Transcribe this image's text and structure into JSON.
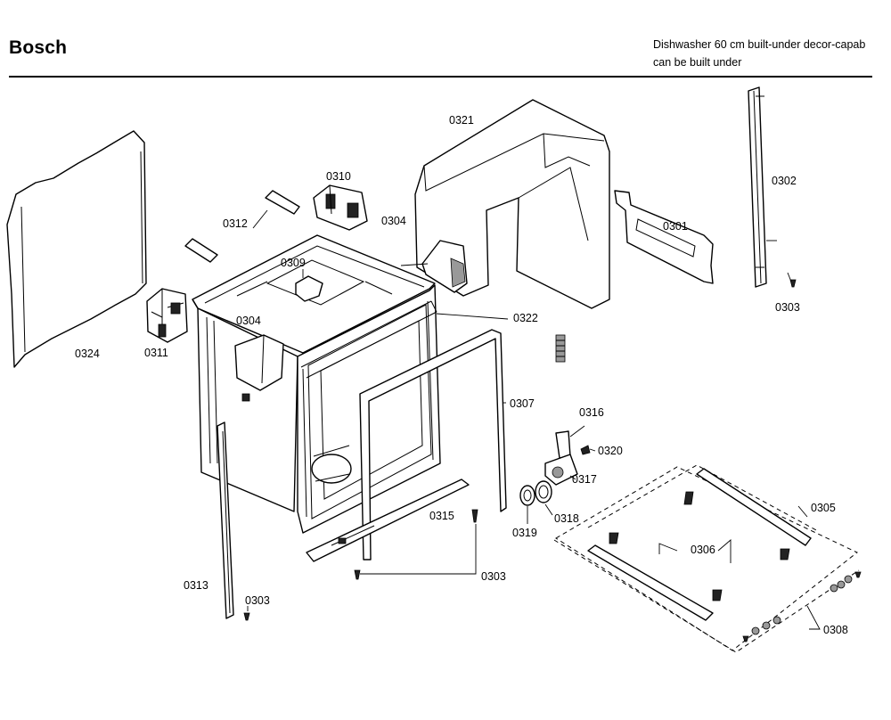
{
  "header": {
    "brand": "Bosch",
    "model_line1": "Dishwasher 60 cm built-under decor-capab",
    "model_line2": "can be built under"
  },
  "labels": {
    "p0301": "0301",
    "p0302": "0302",
    "p0303_a": "0303",
    "p0303_b": "0303",
    "p0303_c": "0303",
    "p0304_a": "0304",
    "p0304_b": "0304",
    "p0305": "0305",
    "p0306": "0306",
    "p0307": "0307",
    "p0308": "0308",
    "p0309": "0309",
    "p0310": "0310",
    "p0311": "0311",
    "p0312": "0312",
    "p0313": "0313",
    "p0315": "0315",
    "p0316": "0316",
    "p0317": "0317",
    "p0318": "0318",
    "p0319": "0319",
    "p0320": "0320",
    "p0321": "0321",
    "p0322": "0322",
    "p0324": "0324"
  }
}
